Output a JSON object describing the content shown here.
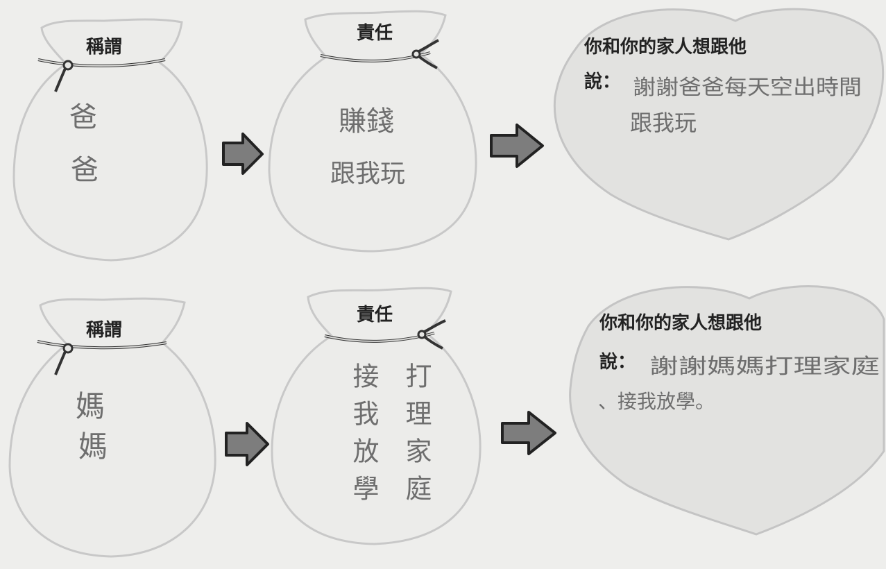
{
  "colors": {
    "paper": "#eeeeec",
    "outline": "#c4c4c4",
    "bubble_fill": "#e4e4e2",
    "ink": "#222222",
    "pencil": "#6e6e6e",
    "arrow_fill": "#7d7d7d"
  },
  "rows": [
    {
      "title_bag": {
        "label": "稱謂",
        "handwritten_lines": [
          "爸",
          "爸"
        ]
      },
      "duty_bag": {
        "label": "責任",
        "handwritten_lines": [
          "賺錢",
          "跟我玩"
        ]
      },
      "bubble": {
        "prompt": "你和你的家人想跟他",
        "say_label": "說：",
        "handwritten_lines": [
          "謝謝爸爸每天空出時間",
          "跟我玩"
        ]
      }
    },
    {
      "title_bag": {
        "label": "稱謂",
        "handwritten_lines": [
          "媽",
          "媽"
        ]
      },
      "duty_bag": {
        "label": "責任",
        "handwritten_columns": [
          "打理家庭",
          "接我放學"
        ]
      },
      "bubble": {
        "prompt": "你和你的家人想跟他",
        "say_label": "說：",
        "handwritten_lines": [
          "謝謝媽媽打理家庭",
          "、接我放學。"
        ]
      }
    }
  ]
}
